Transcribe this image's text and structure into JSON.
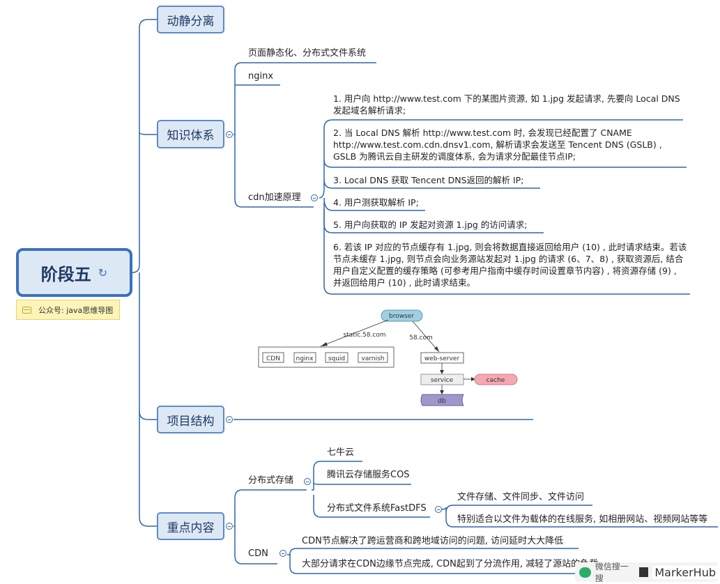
{
  "root": {
    "title": "阶段五",
    "note": "公众号: java思维导图"
  },
  "branches": {
    "b1": "动静分离",
    "b2": "知识体系",
    "b3": "项目结构",
    "b4": "重点内容"
  },
  "knowledge": {
    "item1": "页面静态化、分布式文件系统",
    "item2": "nginx",
    "cdn": "cdn加速原理",
    "steps": [
      "1. 用户向 http://www.test.com 下的某图片资源, 如 1.jpg 发起请求, 先要向 Local DNS 发起域名解析请求;",
      "2. 当 Local DNS 解析 http://www.test.com 时, 会发现已经配置了 CNAME http://www.test.com.cdn.dnsv1.com, 解析请求会发送至 Tencent DNS (GSLB) , GSLB 为腾讯云自主研发的调度体系, 会为请求分配最佳节点IP;",
      "3. Local DNS 获取 Tencent DNS返回的解析 IP;",
      "4. 用户测获取解析 IP;",
      "5. 用户向获取的 IP 发起对资源 1.jpg 的访问请求;",
      "6. 若该 IP 对应的节点缓存有 1.jpg, 则会将数据直接返回给用户 (10) , 此时请求结束。若该节点未缓存 1.jpg, 则节点会向业务源站发起对 1.jpg 的请求 (6、7、8) , 获取资源后, 结合用户自定义配置的缓存策略 (可参考用户指南中缓存时间设置章节内容) , 将资源存储 (9) , 并返回给用户 (10) , 此时请求结束。"
    ]
  },
  "arch": {
    "browser": "browser",
    "static_label": "static.58.com",
    "dyn_label": "58.com",
    "cdn_nodes": [
      "CDN",
      "nginx",
      "squid",
      "varnish"
    ],
    "web_server": "web-server",
    "service": "service",
    "cache": "cache",
    "db": "db"
  },
  "key": {
    "storage": "分布式存储",
    "s1": "七牛云",
    "s2": "腾讯云存储服务COS",
    "s3": "分布式文件系统FastDFS",
    "s3a": "文件存储、文件同步、文件访问",
    "s3b": "特别适合以文件为载体的在线服务, 如相册网站、视频网站等等",
    "cdn": "CDN",
    "c1": "CDN节点解决了跨运营商和跨地域访问的问题, 访问延时大大降低",
    "c2": "大部分请求在CDN边缘节点完成, CDN起到了分流作用, 减轻了源站的负载"
  },
  "watermark": {
    "left": "微信搜一搜",
    "right": "MarkerHub"
  }
}
